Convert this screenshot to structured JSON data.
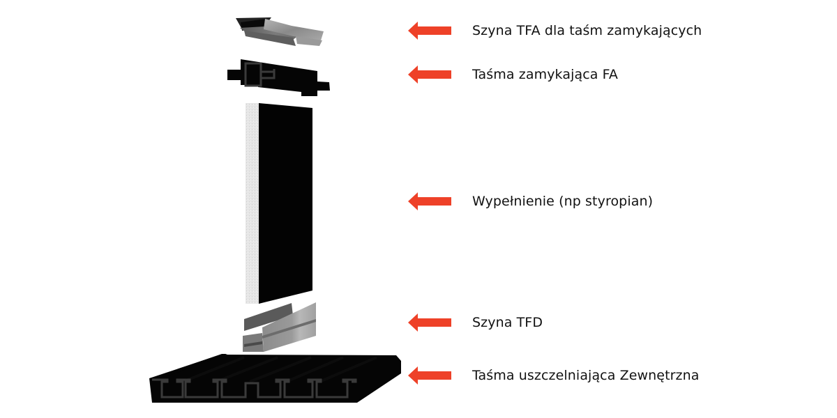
{
  "diagram": {
    "labels": [
      {
        "text": "Szyna TFA dla taśm zamykających",
        "part": "top-rail"
      },
      {
        "text": "Taśma zamykająca FA",
        "part": "closing-strip"
      },
      {
        "text": "Wypełnienie (np styropian)",
        "part": "filling-panel"
      },
      {
        "text": "Szyna TFD",
        "part": "bottom-rail"
      },
      {
        "text": "Taśma uszczelniająca Zewnętrzna",
        "part": "sealing-strip"
      }
    ],
    "colors": {
      "arrow": "#ee4128",
      "text": "#111111",
      "part_dark": "#050505",
      "part_edge": "#3a3a3a",
      "metal_light": "#a6a6a6",
      "metal_mid": "#7a7a7a",
      "metal_dark": "#4a4a4a",
      "foam": "#e4e4e4"
    }
  }
}
